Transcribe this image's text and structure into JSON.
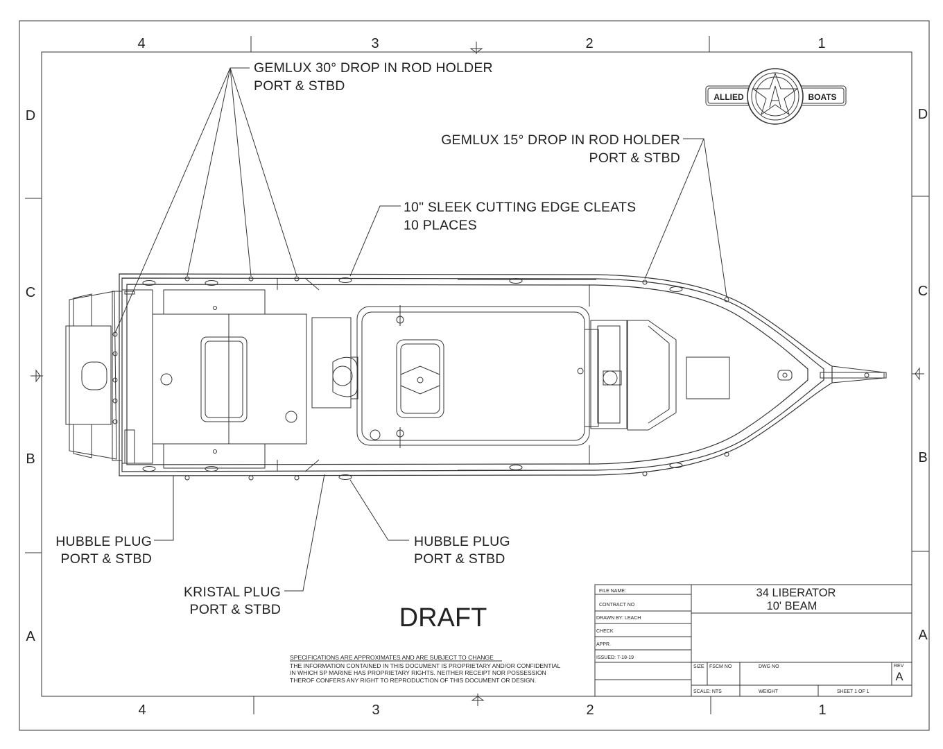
{
  "grid": {
    "columns": [
      "4",
      "3",
      "2",
      "1"
    ],
    "rows": [
      "D",
      "C",
      "B",
      "A"
    ]
  },
  "logo": {
    "left": "ALLIED",
    "right": "BOATS"
  },
  "callouts": {
    "rod30": [
      "GEMLUX 30° DROP IN ROD HOLDER",
      "PORT & STBD"
    ],
    "rod15": [
      "GEMLUX 15° DROP IN ROD HOLDER",
      "PORT & STBD"
    ],
    "cleats": [
      "10\" SLEEK CUTTING EDGE CLEATS",
      "10 PLACES"
    ],
    "hubble_left": [
      "HUBBLE PLUG",
      "PORT & STBD"
    ],
    "hubble_right": [
      "HUBBLE PLUG",
      "PORT & STBD"
    ],
    "kristal": [
      "KRISTAL PLUG",
      "PORT & STBD"
    ]
  },
  "draft": "DRAFT",
  "notice": {
    "heading": "SPECIFICATIONS ARE APPROXIMATES AND ARE SUBJECT TO CHANGE",
    "lines": [
      "THE INFORMATION CONTAINED IN THIS DOCUMENT IS PROPRIETARY AND/OR CONFIDENTIAL",
      "IN WHICH SP MARINE HAS PROPRIETARY RIGHTS. NEITHER RECEIPT NOR POSSESSION",
      "THEROF CONFERS ANY RIGHT TO REPRODUCTION OF THIS DOCUMENT OR DESIGN."
    ]
  },
  "title_block": {
    "file_name": "FILE NAME:",
    "contract_no": "CONTRACT NO",
    "drawn_by": "DRAWN BY:  LEACH",
    "check": "CHECK",
    "appr": "APPR.",
    "issued": "ISSUED:  7-18-19",
    "title_line1": "34 LIBERATOR",
    "title_line2": "10'  BEAM",
    "size": "SIZE",
    "fscm_no": "FSCM NO",
    "dwg_no": "DWG NO",
    "rev": "REV",
    "rev_value": "A",
    "scale": "SCALE: NTS",
    "weight": "WEIGHT",
    "sheet": "SHEET 1 OF 1"
  }
}
